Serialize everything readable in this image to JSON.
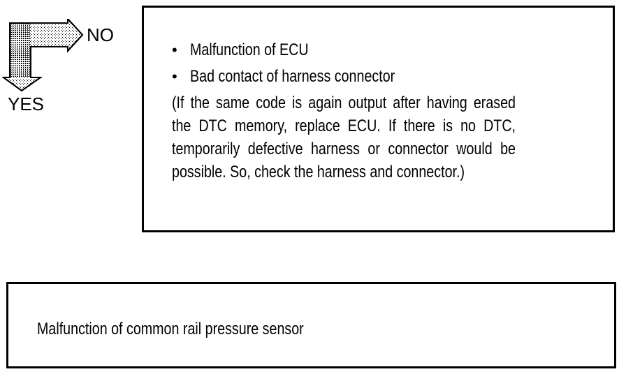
{
  "flowchart": {
    "arrow": {
      "name": "bent-branch-arrow",
      "fill_color": "#b8b8b8",
      "outline_color": "#000000",
      "branches": [
        {
          "direction": "right",
          "label": "NO"
        },
        {
          "direction": "down",
          "label": "YES"
        }
      ]
    },
    "labels": {
      "no": "NO",
      "yes": "YES"
    },
    "cause_box": {
      "bullet_marker": "•",
      "bullets": [
        "Malfunction of ECU",
        "Bad contact of harness connector"
      ],
      "note": "(If the same code is again output after having erased the DTC memory, replace ECU. If there is no DTC, temporarily defective harness or connector would be possible. So, check the harness and connector.)",
      "border_color": "#000000"
    },
    "conclusion_box": {
      "text": "Malfunction of common rail pressure sensor",
      "border_color": "#000000"
    }
  }
}
